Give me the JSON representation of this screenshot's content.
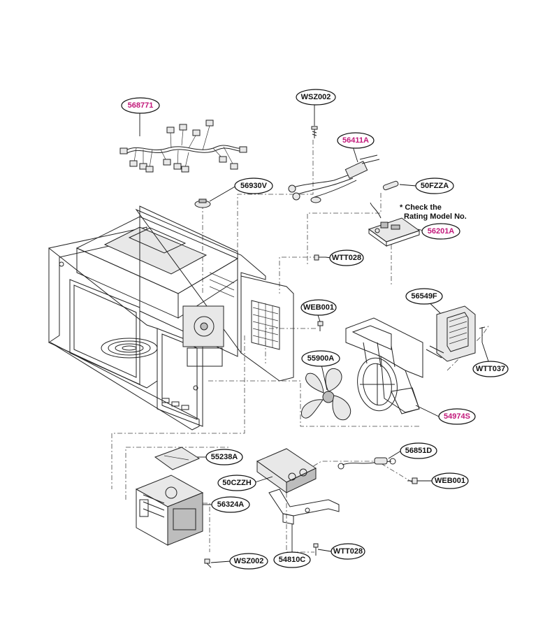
{
  "colors": {
    "highlight_label": "#c2187a",
    "normal_label": "#111111",
    "line": "#222222"
  },
  "note": {
    "line1": "* Check the",
    "line2": "Rating Model No."
  },
  "parts": [
    {
      "id": "p568771",
      "code": "568771",
      "highlight": true
    },
    {
      "id": "pWSZ002a",
      "code": "WSZ002",
      "highlight": false
    },
    {
      "id": "p56411A",
      "code": "56411A",
      "highlight": true
    },
    {
      "id": "p50FZZA",
      "code": "50FZZA",
      "highlight": false
    },
    {
      "id": "p56930V",
      "code": "56930V",
      "highlight": false
    },
    {
      "id": "p56201A",
      "code": "56201A",
      "highlight": true
    },
    {
      "id": "pWTT028a",
      "code": "WTT028",
      "highlight": false
    },
    {
      "id": "pWEB001a",
      "code": "WEB001",
      "highlight": false
    },
    {
      "id": "p56549F",
      "code": "56549F",
      "highlight": false
    },
    {
      "id": "p55900A",
      "code": "55900A",
      "highlight": false
    },
    {
      "id": "pWTT037",
      "code": "WTT037",
      "highlight": false
    },
    {
      "id": "p54974S",
      "code": "54974S",
      "highlight": true
    },
    {
      "id": "p56851D",
      "code": "56851D",
      "highlight": false
    },
    {
      "id": "p55238A",
      "code": "55238A",
      "highlight": false
    },
    {
      "id": "pWEB001b",
      "code": "WEB001",
      "highlight": false
    },
    {
      "id": "p50CZZH",
      "code": "50CZZH",
      "highlight": false
    },
    {
      "id": "p56324A",
      "code": "56324A",
      "highlight": false
    },
    {
      "id": "pWTT028b",
      "code": "WTT028",
      "highlight": false
    },
    {
      "id": "pWSZ002b",
      "code": "WSZ002",
      "highlight": false
    },
    {
      "id": "p54810C",
      "code": "54810C",
      "highlight": false
    }
  ]
}
